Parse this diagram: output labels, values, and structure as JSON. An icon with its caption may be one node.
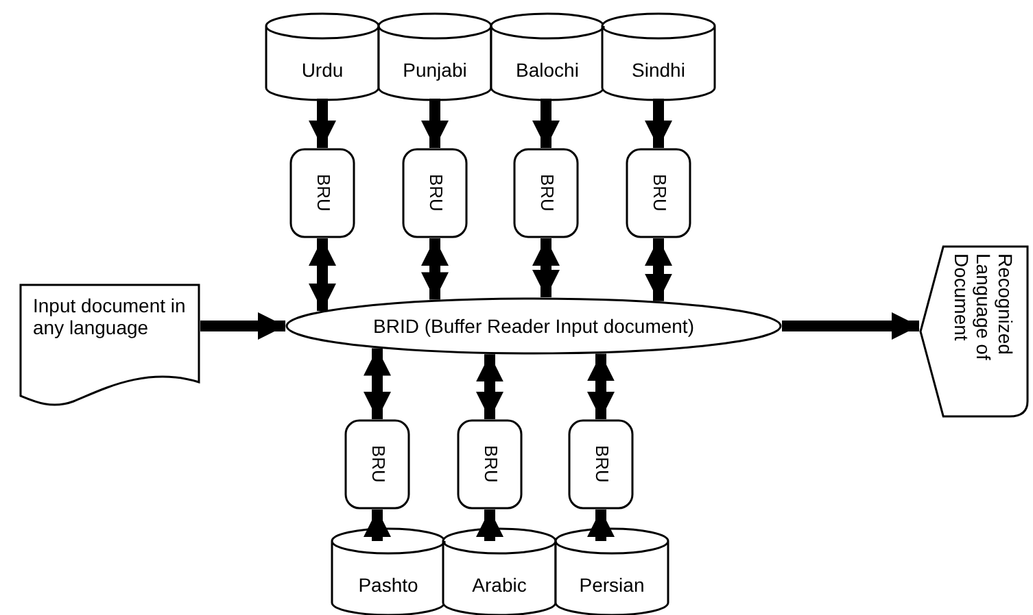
{
  "diagram": {
    "nodes": [
      {
        "text": [
          "Urdu"
        ]
      },
      {
        "text": [
          "Punjabi"
        ]
      },
      {
        "text": [
          "Balochi"
        ]
      },
      {
        "text": [
          "Sindhi"
        ]
      },
      {
        "text": [
          "BRU"
        ]
      },
      {
        "text": [
          "BRU"
        ]
      },
      {
        "text": [
          "BRU"
        ]
      },
      {
        "text": [
          "BRU"
        ]
      },
      {
        "text": [
          "Input document in any language"
        ]
      },
      {
        "text": [
          "BRID (Buffer Reader Input document)"
        ]
      },
      {
        "text": [
          "Recognized Language of Document"
        ]
      },
      {
        "text": [
          "BRU"
        ]
      },
      {
        "text": [
          "BRU"
        ]
      },
      {
        "text": [
          "BRU"
        ]
      },
      {
        "text": [
          "Pashto"
        ]
      },
      {
        "text": [
          "Arabic"
        ]
      },
      {
        "text": [
          "Persian"
        ]
      }
    ],
    "edges": [
      {
        "from": 0,
        "to": 4,
        "arrow": "to"
      },
      {
        "from": 1,
        "to": 5,
        "arrow": "to"
      },
      {
        "from": 2,
        "to": 6,
        "arrow": "to"
      },
      {
        "from": 3,
        "to": 7,
        "arrow": "to"
      },
      {
        "from": 4,
        "to": 9,
        "arrow": "both"
      },
      {
        "from": 5,
        "to": 9,
        "arrow": "both"
      },
      {
        "from": 6,
        "to": 9,
        "arrow": "both"
      },
      {
        "from": 7,
        "to": 9,
        "arrow": "both"
      },
      {
        "from": 8,
        "to": 9,
        "arrow": "to"
      },
      {
        "from": 9,
        "to": 10,
        "arrow": "to"
      },
      {
        "from": 9,
        "to": 11,
        "arrow": "both"
      },
      {
        "from": 9,
        "to": 12,
        "arrow": "both"
      },
      {
        "from": 9,
        "to": 13,
        "arrow": "both"
      },
      {
        "from": 14,
        "to": 11,
        "arrow": "to"
      },
      {
        "from": 15,
        "to": 12,
        "arrow": "to"
      },
      {
        "from": 16,
        "to": 13,
        "arrow": "to"
      }
    ]
  }
}
